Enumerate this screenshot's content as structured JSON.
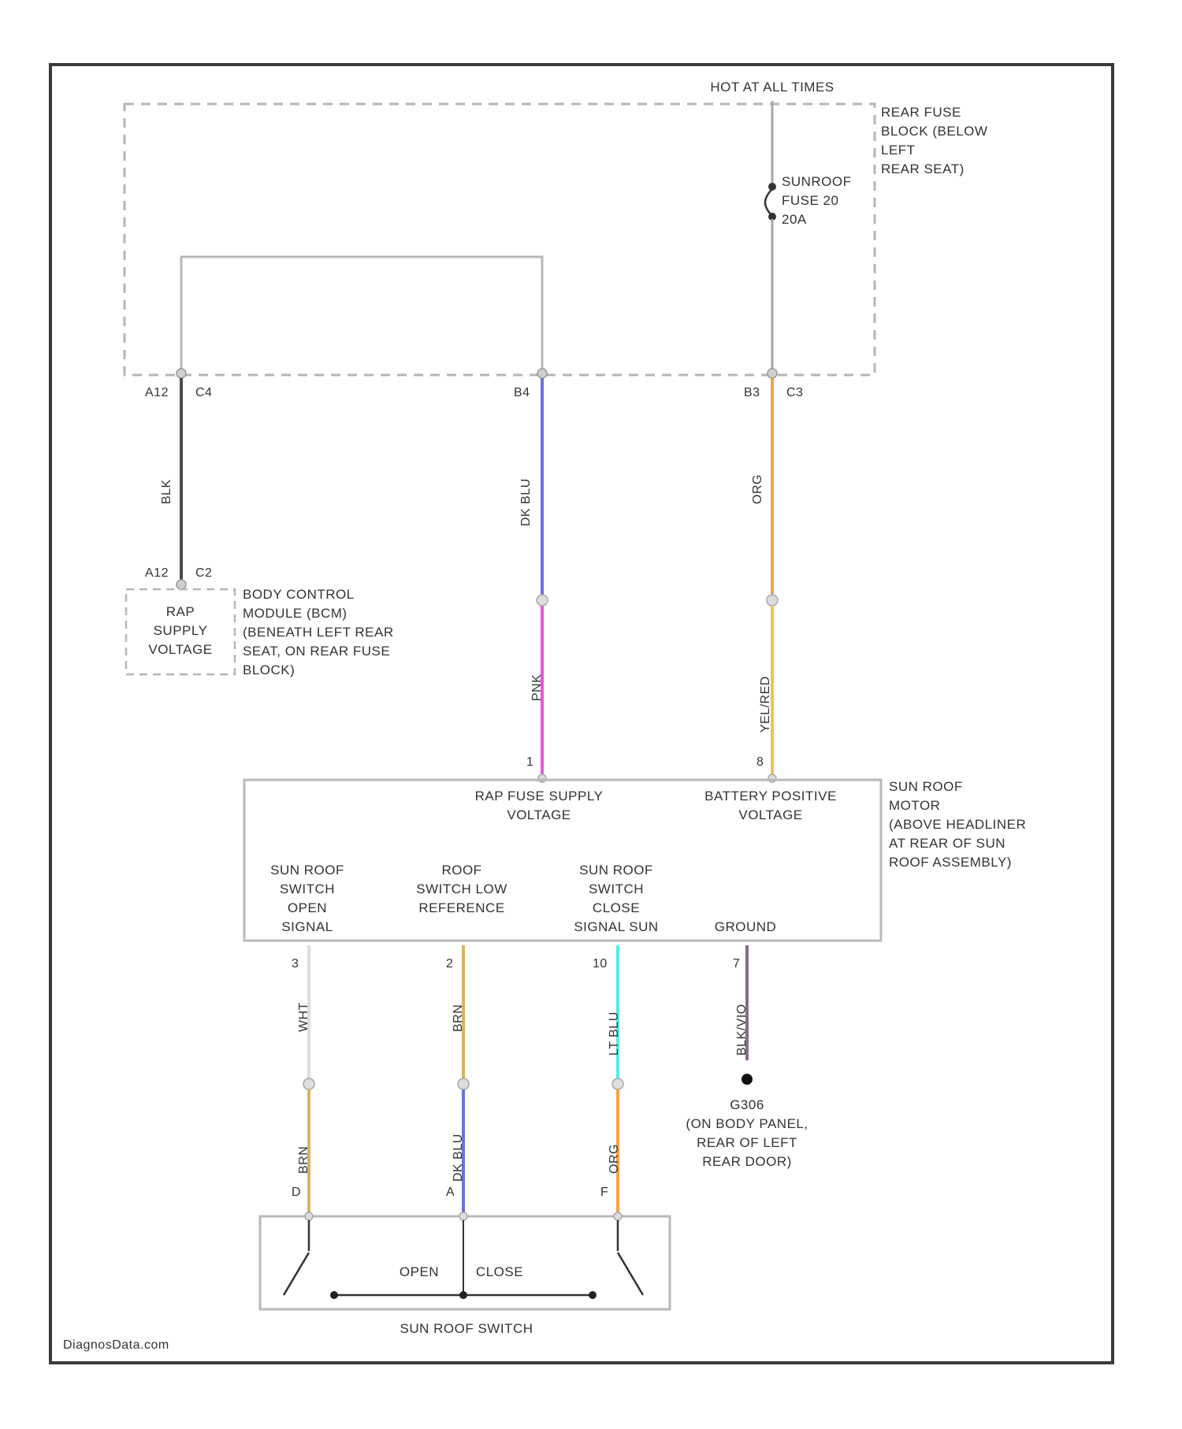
{
  "diagram": {
    "hot_label": "HOT AT ALL TIMES",
    "rear_fuse_block": [
      "REAR FUSE",
      "BLOCK (BELOW",
      "LEFT",
      "REAR SEAT)"
    ],
    "fuse": [
      "SUNROOF",
      "FUSE 20",
      "20A"
    ],
    "connector_left": {
      "pin": "A12",
      "conn": "C4"
    },
    "connector_mid": {
      "pin": "B4"
    },
    "connector_right": {
      "pin": "B3",
      "conn": "C3"
    },
    "bcm_pin": {
      "pin": "A12",
      "conn": "C2"
    },
    "bcm_inner": [
      "RAP",
      "SUPPLY",
      "VOLTAGE"
    ],
    "bcm_desc": [
      "BODY CONTROL",
      "MODULE (BCM)",
      "(BENEATH LEFT REAR",
      "SEAT, ON REAR FUSE",
      "BLOCK)"
    ],
    "wire_left": "BLK",
    "wire_mid_upper": "DK BLU",
    "wire_mid_lower": "PNK",
    "wire_right_upper": "ORG",
    "wire_right_lower": "YEL/RED",
    "motor_pin_1": "1",
    "motor_pin_8": "8",
    "motor_top_left": [
      "RAP FUSE SUPPLY",
      "VOLTAGE"
    ],
    "motor_top_right": [
      "BATTERY POSITIVE",
      "VOLTAGE"
    ],
    "motor_desc": [
      "SUN ROOF",
      "MOTOR",
      "(ABOVE HEADLINER",
      "AT REAR OF SUN",
      "ROOF ASSEMBLY)"
    ],
    "motor_labels": [
      [
        "SUN ROOF",
        "SWITCH",
        "OPEN",
        "SIGNAL"
      ],
      [
        "ROOF",
        "SWITCH LOW",
        "REFERENCE"
      ],
      [
        "SUN ROOF",
        "SWITCH",
        "CLOSE",
        "SIGNAL SUN"
      ],
      [
        "GROUND"
      ]
    ],
    "motor_bottom_pins": [
      "3",
      "2",
      "10",
      "7"
    ],
    "bottom_wires_upper": [
      "WHT",
      "BRN",
      "LT BLU",
      "BLK/VIO"
    ],
    "bottom_wires_lower": [
      "BRN",
      "DK BLU",
      "ORG"
    ],
    "switch_pins": [
      "D",
      "A",
      "F"
    ],
    "ground_name": "G306",
    "ground_desc": [
      "(ON BODY PANEL,",
      "REAR OF LEFT",
      "REAR DOOR)"
    ],
    "switch_open": "OPEN",
    "switch_close": "CLOSE",
    "switch_name": "SUN ROOF SWITCH",
    "watermark": "DiagnosData.com",
    "colors": {
      "frame": "#3a3a3a",
      "box": "#b8b8b8",
      "dashed": "#b0b0b0",
      "wire_gray": "#a8a8a8",
      "blk": "#4a4a4a",
      "dk_blu": "#6a72dc",
      "pnk": "#f24fe0",
      "org": "#f2a24a",
      "yel_red": "#ecc25a",
      "brn": "#d9b45e",
      "lt_blu": "#5be8e8",
      "blk_vio": "#8a6a8c",
      "wht": "#dddddd"
    }
  }
}
